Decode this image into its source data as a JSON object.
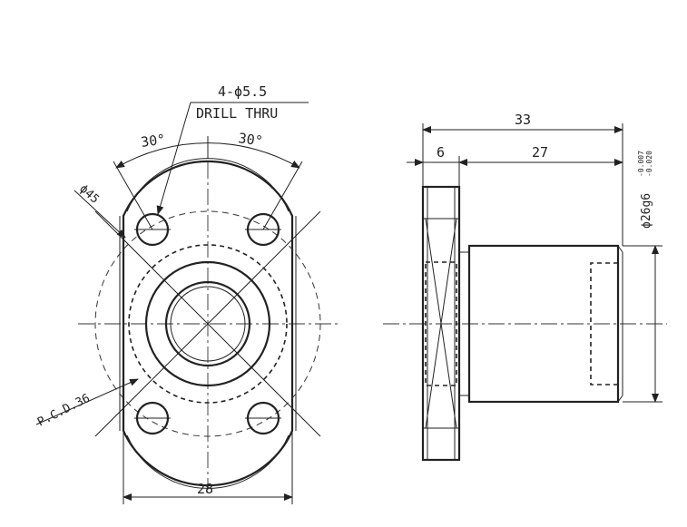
{
  "front_view": {
    "hole_callout_count": "4-ϕ5.5",
    "hole_callout_note": "DRILL THRU",
    "angle_left": "30°",
    "angle_right": "30°",
    "flange_dia": "ϕ45",
    "pcd": "P.C.D.36",
    "width": "28"
  },
  "side_view": {
    "overall_length": "33",
    "flange_thickness": "6",
    "body_length": "27",
    "body_dia": "ϕ26g6",
    "tol_upper": "-0.007",
    "tol_lower": "-0.020"
  },
  "colors": {
    "line": "#222222",
    "background": "#ffffff"
  }
}
